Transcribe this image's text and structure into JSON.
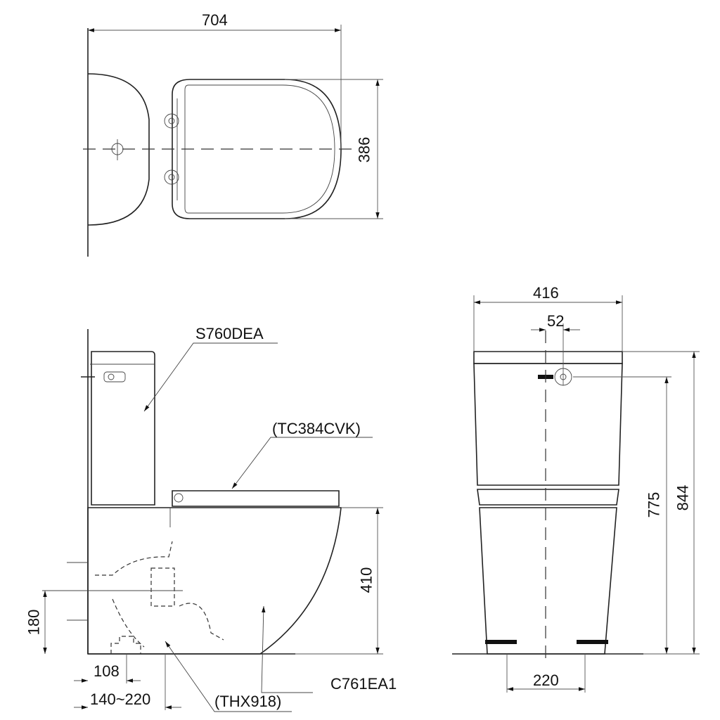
{
  "drawing": {
    "title": "Two-piece toilet dimension drawing",
    "top_view": {
      "width_dim": "704",
      "depth_dim": "386"
    },
    "side_view": {
      "labels": {
        "tank": "S760DEA",
        "seat": "(TC384CVK)",
        "bowl": "C761EA1",
        "fitting": "(THX918)"
      },
      "dims": {
        "bowl_height": "410",
        "inlet_height": "180",
        "flange_offset": "108",
        "rough_in": "140~220"
      }
    },
    "front_view": {
      "dims": {
        "tank_width": "416",
        "lever_offset": "52",
        "inlet_height": "775",
        "total_height": "844",
        "bolt_spacing": "220"
      }
    }
  }
}
